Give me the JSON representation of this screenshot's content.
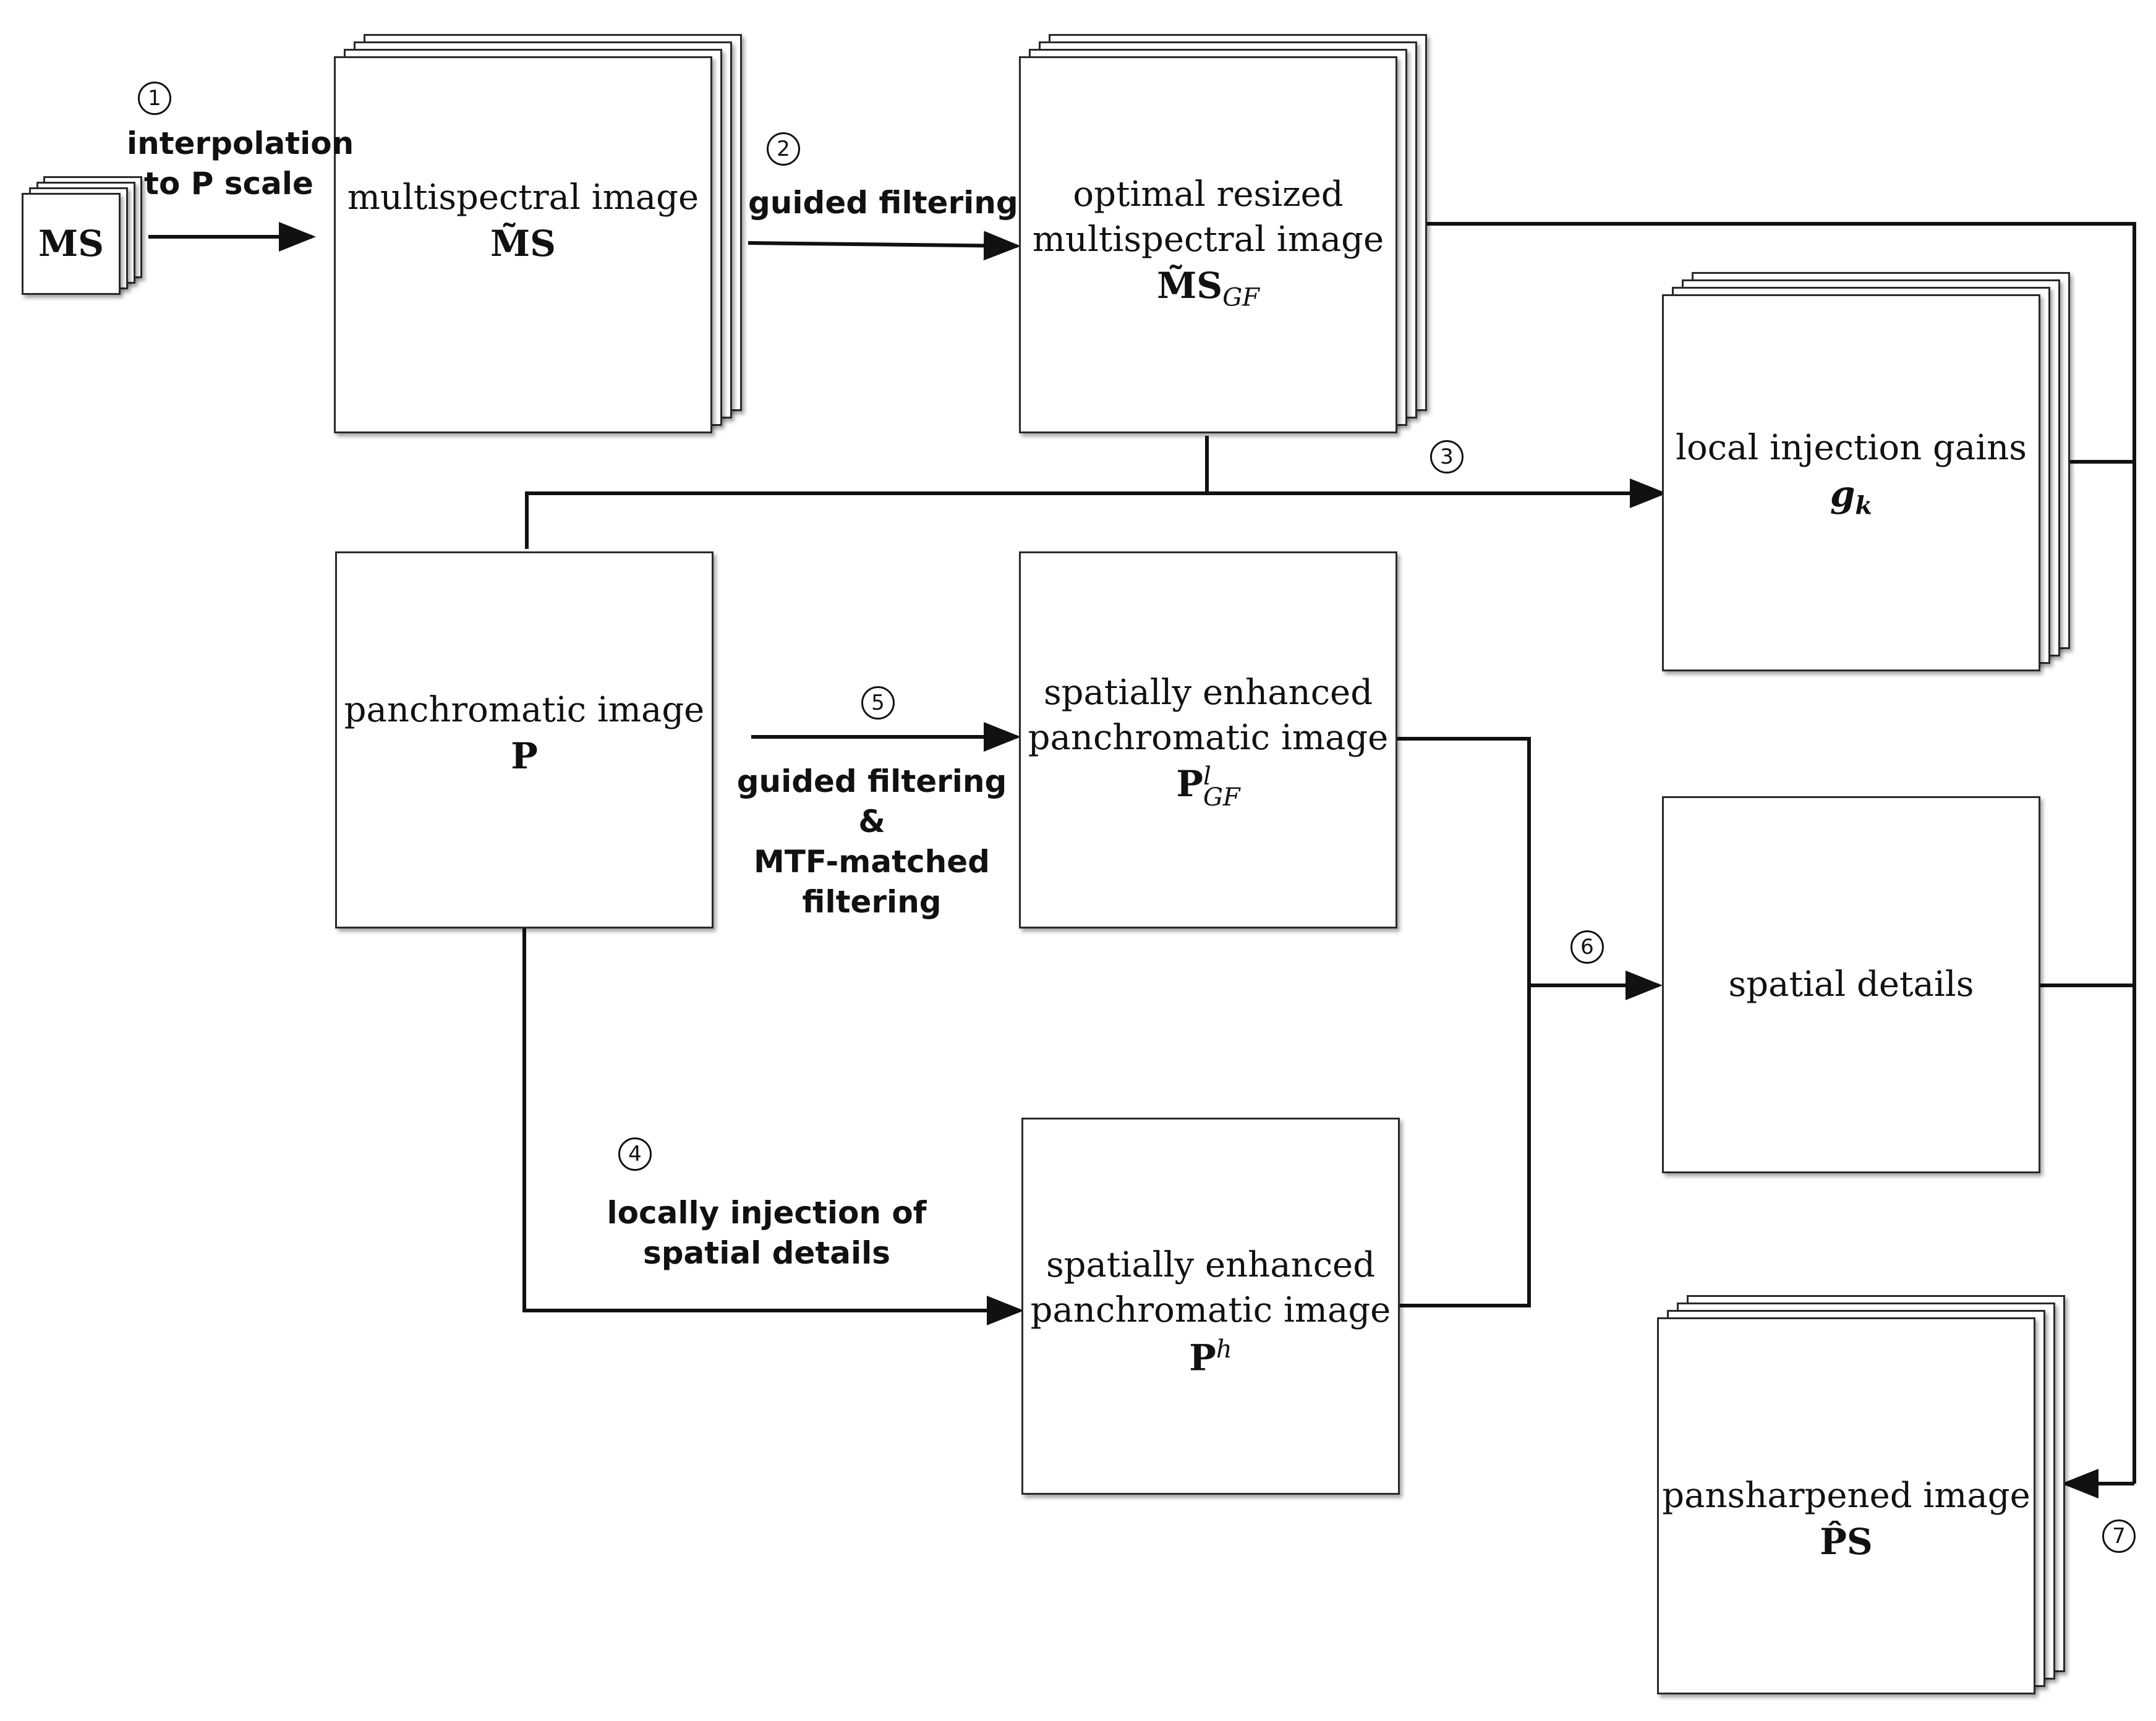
{
  "nodes": {
    "ms": {
      "symbol": "MS"
    },
    "ms_interp": {
      "label": "multispectral image",
      "symbol": "M̃S"
    },
    "ms_gf": {
      "label_line1": "optimal resized",
      "label_line2": "multispectral image",
      "symbol": "M̃S",
      "subscript": "GF"
    },
    "gains": {
      "label": "local injection gains",
      "symbol": "g",
      "subscript": "k"
    },
    "pan": {
      "label": "panchromatic image",
      "symbol": "P"
    },
    "pan_low": {
      "label_line1": "spatially enhanced",
      "label_line2": "panchromatic image",
      "symbol": "P",
      "superscript": "l",
      "subscript": "GF"
    },
    "details": {
      "label": "spatial details"
    },
    "pan_high": {
      "label_line1": "spatially enhanced",
      "label_line2": "panchromatic image",
      "symbol": "P",
      "superscript": "h"
    },
    "pansharpened": {
      "label": "pansharpened image",
      "symbol": "P̂S"
    }
  },
  "steps": {
    "s1": {
      "number": "1",
      "line1": "interpolation",
      "line2": "to P scale"
    },
    "s2": {
      "number": "2",
      "line1": "guided filtering"
    },
    "s3": {
      "number": "3"
    },
    "s4": {
      "number": "4",
      "line1": "locally injection of",
      "line2": "spatial details"
    },
    "s5": {
      "number": "5",
      "line1": "guided filtering",
      "line2": "&",
      "line3": "MTF-matched",
      "line4": "filtering"
    },
    "s6": {
      "number": "6"
    },
    "s7": {
      "number": "7"
    }
  },
  "colors": {
    "line": "#111111",
    "box_border": "#2a2a2a",
    "background": "#ffffff"
  }
}
